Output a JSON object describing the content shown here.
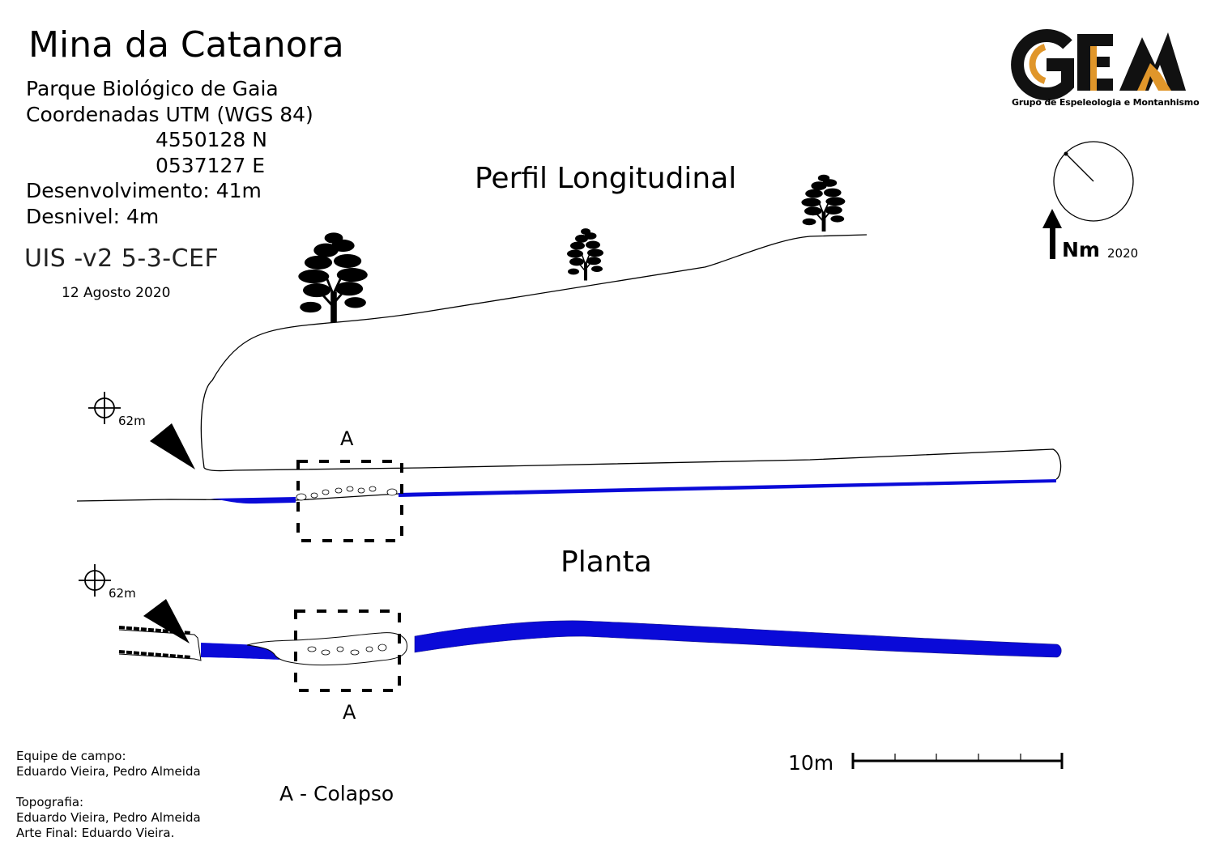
{
  "header": {
    "title": "Mina da Catanora",
    "location": "Parque Biológico de Gaia",
    "coords_label": "Coordenadas UTM (WGS 84)",
    "northing": "4550128 N",
    "easting": "0537127 E",
    "development": "Desenvolvimento: 41m",
    "depth": "Desnivel: 4m",
    "grade": "UIS -v2 5-3-CEF",
    "date": "12 Agosto 2020"
  },
  "logo": {
    "text": "GEM",
    "subtitle": "Grupo de Espeleologia e Montanhismo",
    "colors": {
      "dark": "#111111",
      "accent": "#e0962a"
    }
  },
  "compass": {
    "label": "Nm",
    "year": "2020"
  },
  "sections": {
    "profile": {
      "title": "Perfil Longitudinal",
      "datum_label": "62m",
      "zone_label": "A"
    },
    "plan": {
      "title": "Planta",
      "datum_label": "62m",
      "zone_label": "A"
    }
  },
  "colors": {
    "water": "#0a0ad8",
    "line": "#000000"
  },
  "legend": {
    "zone_a": "A - Colapso"
  },
  "scale": {
    "label": "10m",
    "divisions": 5
  },
  "credits": {
    "field_team_label": "Equipe de campo:",
    "field_team": "Eduardo Vieira, Pedro Almeida",
    "topography_label": "Topografia:",
    "topography": "Eduardo Vieira, Pedro Almeida",
    "final_art": "Arte Final: Eduardo Vieira."
  }
}
